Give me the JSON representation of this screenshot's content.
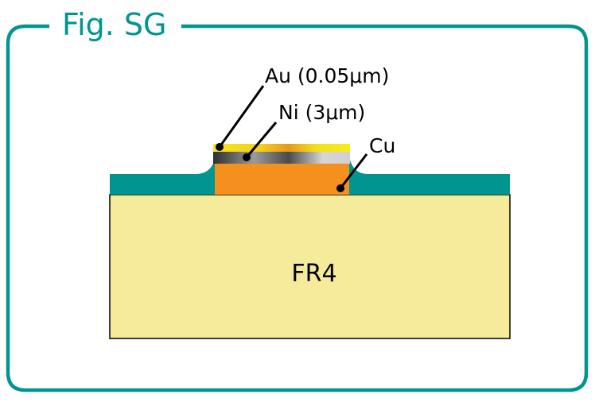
{
  "figure": {
    "title": "Fig. SG"
  },
  "layers": {
    "substrate": "FR4",
    "gold": "Au (0.05μm)",
    "nickel": "Ni (3μm)",
    "copper": "Cu"
  },
  "colors": {
    "frame": "#00968f",
    "substrate": "#f5eb9a",
    "solder_mask": "#00968f",
    "copper": "#f5901e",
    "nickel_dark": "#3a3a3a",
    "nickel_light": "#d8d8d8",
    "gold": "#f7e81a",
    "gold_dark": "#e8a21a",
    "outline": "#000000"
  }
}
